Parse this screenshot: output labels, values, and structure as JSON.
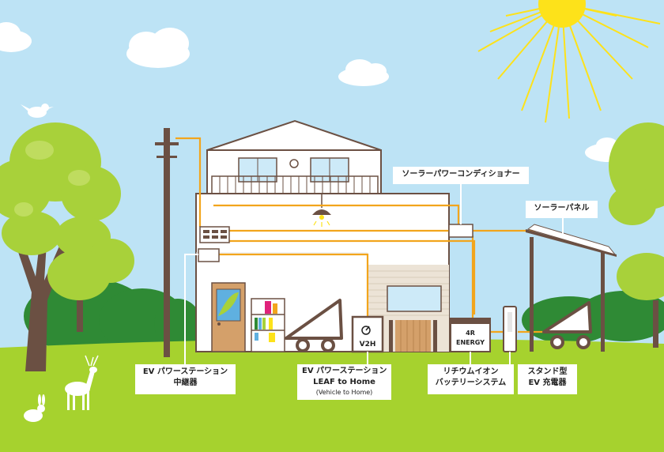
{
  "labels": {
    "solar_conditioner": "ソーラーパワーコンディショナー",
    "solar_panel": "ソーラーパネル",
    "relay_line1": "EV パワーステーション",
    "relay_line2": "中継器",
    "v2h_line1": "EV パワーステーション",
    "v2h_line2": "LEAF to Home",
    "v2h_line3": "(Vehicle to Home)",
    "battery_line1": "リチウムイオン",
    "battery_line2": "バッテリーシステム",
    "charger_line1": "スタンド型",
    "charger_line2": "EV 充電器"
  },
  "devices": {
    "v2h_unit": "V2H",
    "battery_unit_line1": "4R",
    "battery_unit_line2": "ENERGY"
  },
  "colors": {
    "sky": "#bde3f5",
    "grass": "#a6d22e",
    "wire": "#f2a51c",
    "tree_light": "#a8d13a",
    "tree_dark": "#2f8a35",
    "sun": "#fde21a",
    "house": "#ffffff",
    "trunk": "#6b5043"
  }
}
